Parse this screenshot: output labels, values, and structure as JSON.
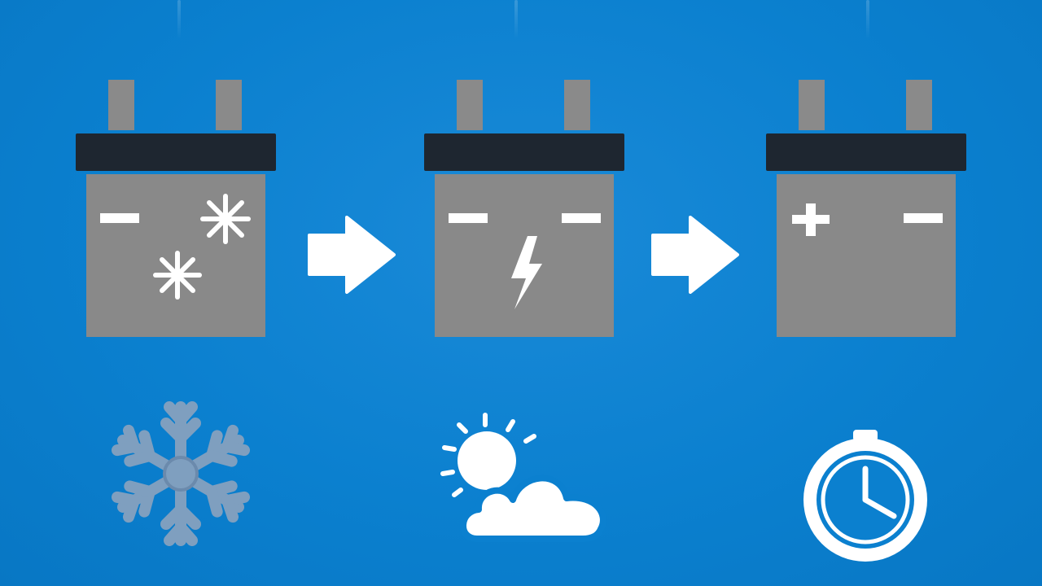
{
  "diagram": {
    "steps": [
      {
        "terminals": [
          "minus"
        ],
        "indicator": "snowflakes-icon"
      },
      {
        "terminals": [
          "minus",
          "minus"
        ],
        "indicator": "lightning-icon"
      },
      {
        "terminals": [
          "plus",
          "minus"
        ],
        "indicator": "none"
      }
    ],
    "conditions": [
      "snowflake-icon",
      "sun-cloud-icon",
      "clock-icon"
    ],
    "colors": {
      "background": "#0b80cf",
      "battery_body": "#898989",
      "battery_cap": "#1e2630",
      "symbol": "#ffffff",
      "snowflake_cond": "#7f9fbf"
    }
  }
}
